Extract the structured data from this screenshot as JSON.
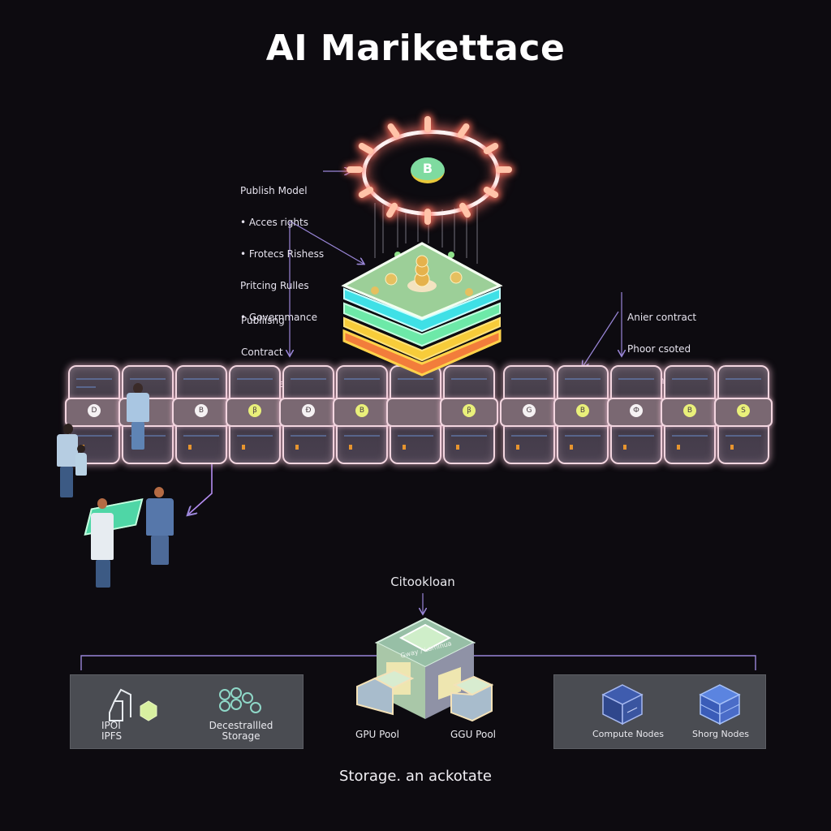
{
  "title": "AI Marikettace",
  "annotations": {
    "publish_model": {
      "lines": [
        "Publish Model",
        "• Acces rights",
        "• Frotecs Rishess",
        "Pritcing Rulles",
        "• Governmance"
      ]
    },
    "publishing_contract": {
      "lines": [
        "Publiisng",
        "Contract",
        "Loos aira"
      ]
    },
    "other_contract": {
      "lines": [
        "Anier contract",
        "Phoor csoted",
        "covtrants"
      ]
    },
    "orchestrator": "Citookloan",
    "orchestrator_cube_label": "Gway / Laminua"
  },
  "top_token": {
    "symbol": "B",
    "colors": {
      "coin": "#7fdba0",
      "rim": "#e8c83a",
      "ring_glow": "#ff786e"
    }
  },
  "model_stack": {
    "layers": [
      {
        "name": "model-layer",
        "color": "#9ccf98"
      },
      {
        "name": "cyan-layer",
        "color": "#3fe0e6"
      },
      {
        "name": "green-layer",
        "color": "#6de9a8"
      },
      {
        "name": "yellow-layer",
        "color": "#f7cc3a"
      },
      {
        "name": "orange-layer",
        "color": "#f27d3b"
      }
    ]
  },
  "ledger": {
    "tiles": [
      {
        "coin": "D",
        "coin_color": "#f5f1f3"
      },
      {
        "coin": "",
        "coin_color": ""
      },
      {
        "coin": "B",
        "coin_color": "#f5f1f3"
      },
      {
        "coin": "β",
        "coin_color": "#e9f07a"
      },
      {
        "coin": "Đ",
        "coin_color": "#f5f1f3"
      },
      {
        "coin": "B",
        "coin_color": "#e9f07a"
      },
      {
        "coin": "",
        "coin_color": ""
      },
      {
        "coin": "β",
        "coin_color": "#e9f07a"
      },
      {
        "coin": "G",
        "coin_color": "#f5f1f3"
      },
      {
        "coin": "B",
        "coin_color": "#e9f07a"
      },
      {
        "coin": "Ф",
        "coin_color": "#f5f1f3"
      },
      {
        "coin": "B",
        "coin_color": "#e9f07a"
      },
      {
        "coin": "S",
        "coin_color": "#e9f07a"
      }
    ]
  },
  "infrastructure": {
    "left_panel": {
      "items": [
        {
          "label_lines": [
            "IPOI",
            "IPFS"
          ],
          "icon": "ipfs-icon"
        },
        {
          "label_lines": [
            "Decestrallled",
            "Storage"
          ],
          "icon": "decentralized-storage-icon"
        }
      ]
    },
    "center": {
      "items": [
        {
          "label": "GPU Pool",
          "icon": "gpu-cube-icon"
        },
        {
          "label": "GGU Pool",
          "icon": "gpu-cube-icon"
        }
      ]
    },
    "right_panel": {
      "items": [
        {
          "label": "Compute Nodes",
          "icon": "compute-node-icon"
        },
        {
          "label": "Shorg Nodes",
          "icon": "storage-node-icon"
        }
      ]
    }
  },
  "bottom_caption": "Storage. an ackotate",
  "colors": {
    "background": "#0d0b10",
    "connector": "#9a86d8",
    "panel": "#4a4c52",
    "tile_glow": "#f3d6e0"
  }
}
